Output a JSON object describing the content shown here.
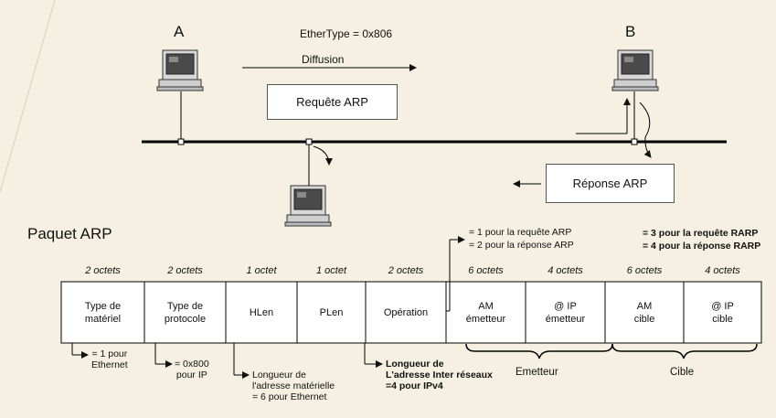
{
  "network": {
    "label_a": "A",
    "label_b": "B",
    "ethertype": "EtherType = 0x806",
    "diffusion": "Diffusion",
    "request": "Requête ARP",
    "response": "Réponse ARP"
  },
  "packet": {
    "title": "Paquet ARP",
    "sizes": [
      "2 octets",
      "2 octets",
      "1 octet",
      "1 octet",
      "2 octets",
      "6 octets",
      "4 octets",
      "6 octets",
      "4 octets"
    ],
    "fields": [
      "Type de\nmatériel",
      "Type de\nprotocole",
      "HLen",
      "PLen",
      "Opération",
      "AM\németteur",
      "@ IP\németteur",
      "AM\ncible",
      "@ IP\ncible"
    ],
    "op_notes": {
      "arp_request": "= 1 pour la requête ARP",
      "arp_reply": "= 2 pour la réponse ARP",
      "rarp_request": "= 3 pour la requête RARP",
      "rarp_reply": "= 4 pour la réponse RARP"
    },
    "notes": {
      "hw_type": "= 1 pour\nEthernet",
      "proto_type": "= 0x800\npour IP",
      "hlen": "Longueur de\nl'adresse matérielle\n= 6 pour Ethernet",
      "plen": "Longueur de\nL'adresse Inter réseaux\n=4 pour IPv4"
    },
    "groups": {
      "sender": "Emetteur",
      "target": "Cible"
    }
  }
}
